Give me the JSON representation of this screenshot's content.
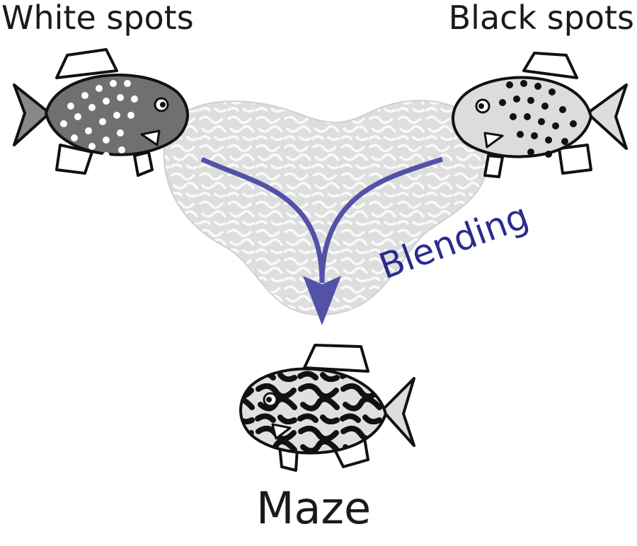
{
  "labels": {
    "white_spots": "White spots",
    "black_spots": "Black spots",
    "blending": "Blending",
    "maze": "Maze"
  },
  "colors": {
    "arrow": "#5252a8",
    "blending_text": "#2b2b8f",
    "white_spot_fish_body": "#707070",
    "black_spot_fish_body": "#dcdcdc",
    "maze_fish_body": "#d8d8d8",
    "blob": "#e6e6e6"
  }
}
